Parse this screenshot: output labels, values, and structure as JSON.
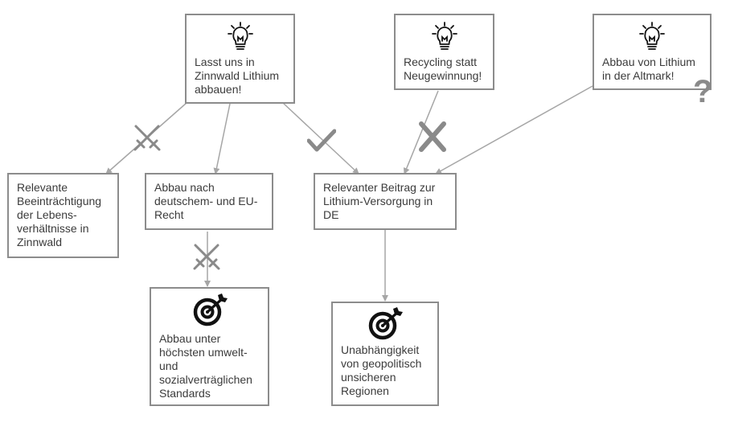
{
  "nodes": {
    "idea_zinnwald": {
      "text": "Lasst uns in\nZinnwald Lithium\nabbauen!",
      "icon": "lightbulb-icon"
    },
    "idea_recycling": {
      "text": "Recycling statt\nNeugewinnung!",
      "icon": "lightbulb-icon"
    },
    "idea_altmark": {
      "text": "Abbau von Lithium\nin der Altmark!",
      "icon": "lightbulb-icon"
    },
    "impairment": {
      "text": "Relevante\nBeeinträchtigung\nder Lebens-\nverhältnisse in\nZinnwald"
    },
    "law": {
      "text": "Abbau nach\ndeutschem- und EU-\nRecht"
    },
    "contribution": {
      "text": "Relevanter Beitrag zur\nLithium-Versorgung in\nDE"
    },
    "goal_standards": {
      "text": "Abbau unter\nhöchsten umwelt-\nund\nsozialverträglichen\nStandards",
      "icon": "target-icon"
    },
    "goal_independence": {
      "text": "Unabhängigkeit\nvon geopolitisch\nunsicheren\nRegionen",
      "icon": "target-icon"
    }
  },
  "symbols": {
    "question": "?",
    "conflict_icon": "crossed-swords-icon",
    "check_icon": "checkmark-icon",
    "reject_icon": "x-mark-icon"
  },
  "colors": {
    "border": "#8c8c8c",
    "line": "#a6a6a6",
    "symbol": "#8a8a8a",
    "text": "#3b3b3b",
    "icon": "#111111"
  }
}
